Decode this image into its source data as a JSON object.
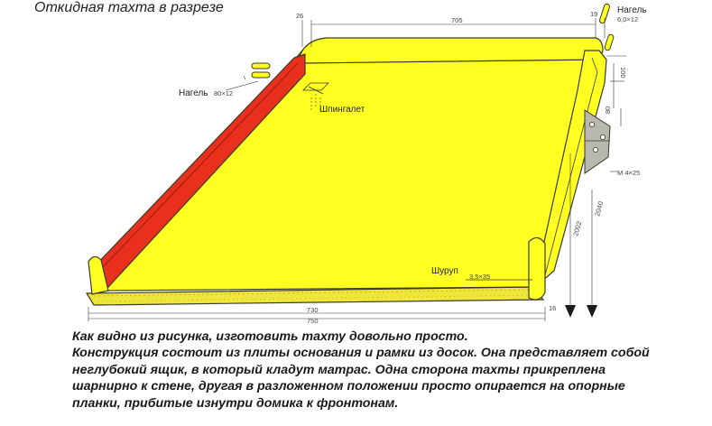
{
  "title": "Откидная тахта в разрезе",
  "labels": {
    "nagel_left": "Нагель",
    "nagel_left_size": "80×12",
    "nagel_right": "Нагель",
    "nagel_right_size": "6,0×12",
    "shpingalet": "Шпингалет",
    "shurup": "Шуруп",
    "shurup_size": "3,5×35",
    "bolt": "М 4×25"
  },
  "dimensions": {
    "d26": "26",
    "d705": "705",
    "d19": "19",
    "d100": "100",
    "d80": "80",
    "d2002": "2002",
    "d2040": "2040",
    "d730": "730",
    "d750": "750",
    "d16": "16"
  },
  "caption": [
    "Как видно из рисунка, изготовить тахту довольно просто.",
    "Конструкция состоит из плиты основания и рамки из досок. Она представляет собой",
    "неглубокий ящик, в который кладут матрас. Одна сторона тахты прикреплена",
    "шарнирно к стене, другая в разложенном положении просто опирается на опорные",
    "планки, прибитые изнутри домика к фронтонам."
  ],
  "colors": {
    "wood": "#ffff22",
    "red_board": "#e8301c",
    "outline": "#3a3a2a",
    "hinge": "#b8b8b0"
  }
}
